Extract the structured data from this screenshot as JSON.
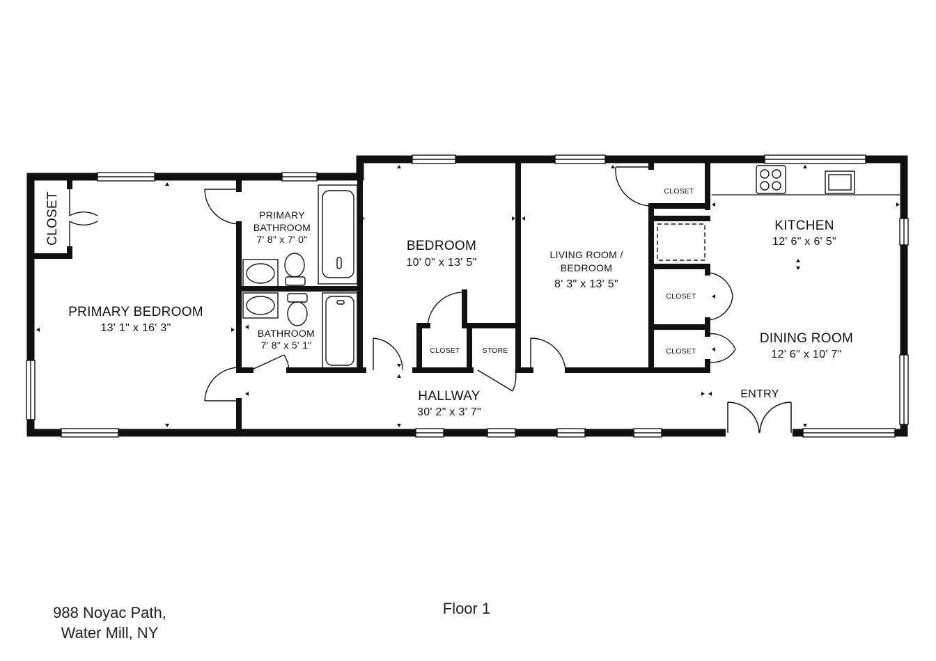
{
  "rooms": {
    "primary_bedroom": {
      "name": "PRIMARY BEDROOM",
      "dims": "13' 1\" x 16' 3\""
    },
    "primary_bathroom": {
      "name_line1": "PRIMARY",
      "name_line2": "BATHROOM",
      "dims": "7' 8\" x 7' 0\""
    },
    "bathroom": {
      "name": "BATHROOM",
      "dims": "7' 8\" x 5' 1\""
    },
    "bedroom": {
      "name": "BEDROOM",
      "dims": "10' 0\" x 13' 5\""
    },
    "living_room": {
      "name_line1": "LIVING ROOM /",
      "name_line2": "BEDROOM",
      "dims": "8' 3\" x 13' 5\""
    },
    "kitchen": {
      "name": "KITCHEN",
      "dims": "12' 6\" x 6' 5\""
    },
    "dining_room": {
      "name": "DINING ROOM",
      "dims": "12' 6\" x 10' 7\""
    },
    "hallway": {
      "name": "HALLWAY",
      "dims": "30' 2\" x 3' 7\""
    }
  },
  "labels": {
    "closet_primary": "CLOSET",
    "closet_bedroom": "CLOSET",
    "store": "STORE",
    "closet_top_right": "CLOSET",
    "closet_mid_right": "CLOSET",
    "closet_low_right": "CLOSET",
    "entry": "ENTRY"
  },
  "footer": {
    "address_line1": "988 Noyac Path,",
    "address_line2": "Water Mill, NY",
    "floor": "Floor 1"
  }
}
